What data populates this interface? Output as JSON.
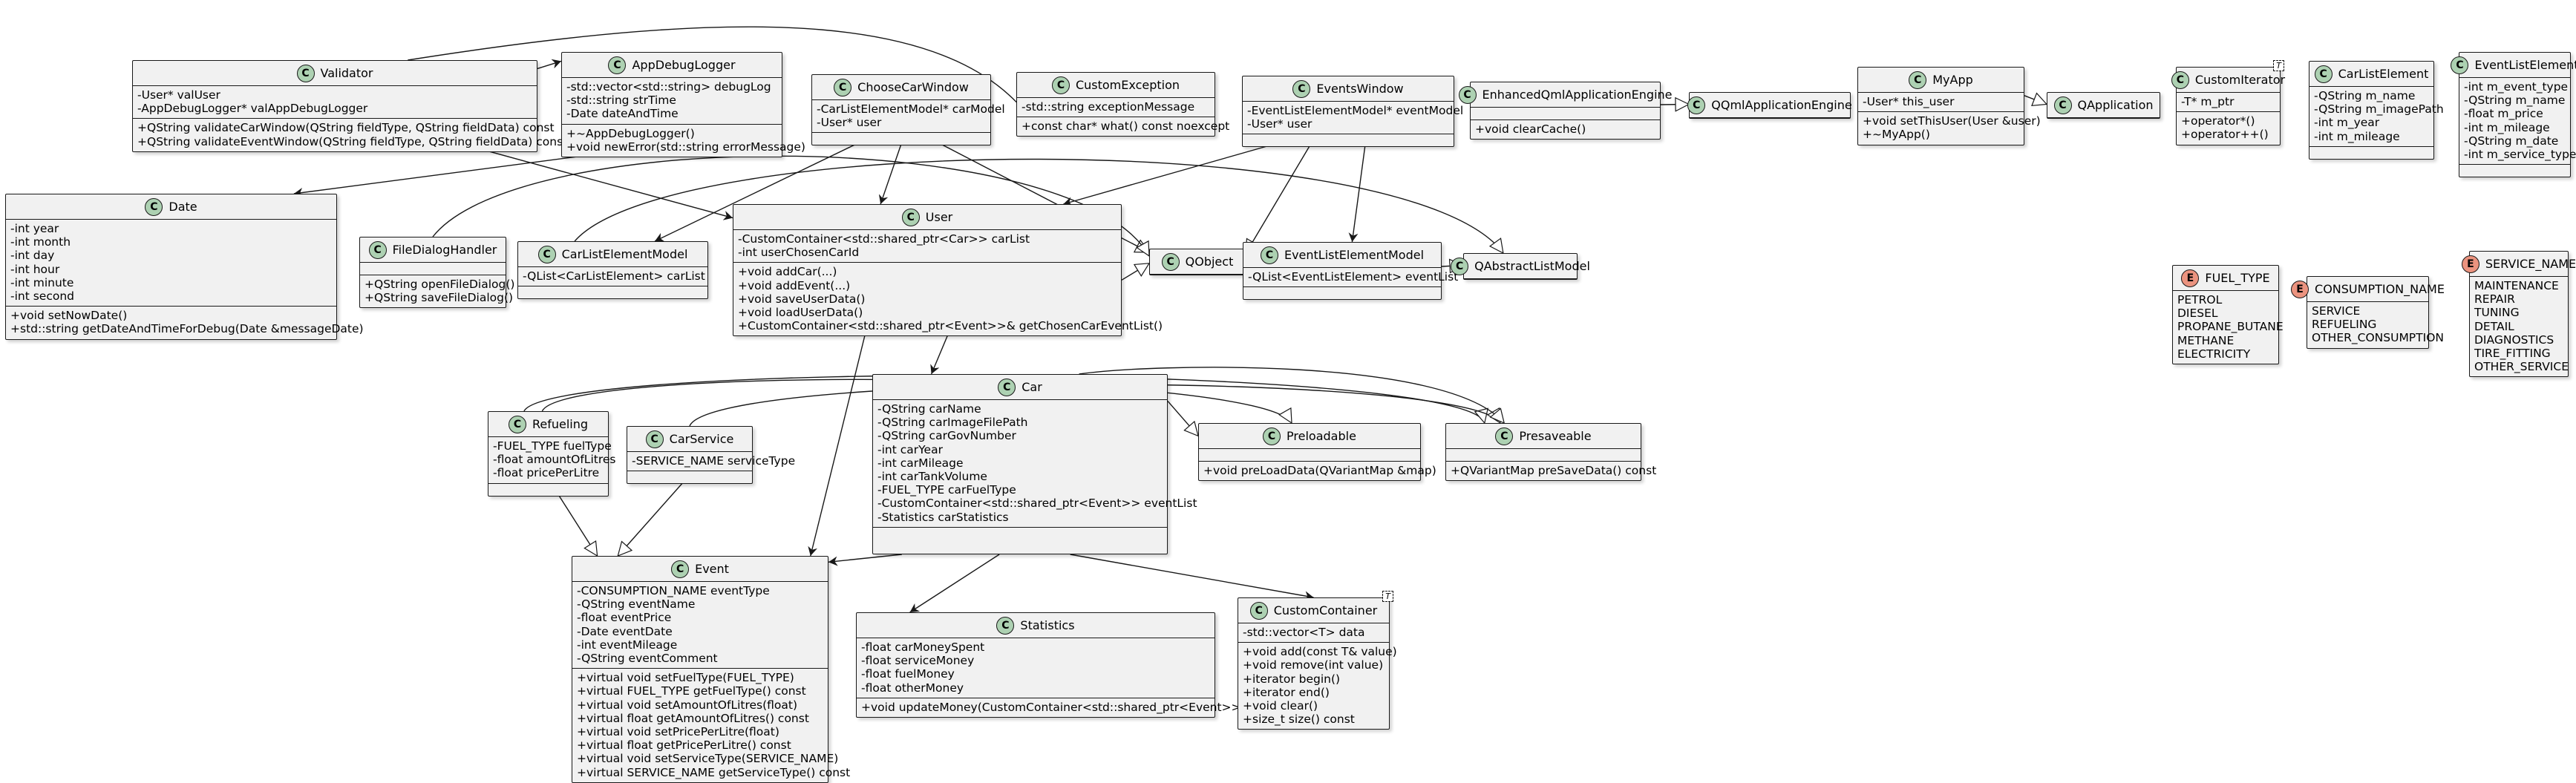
{
  "classes": {
    "validator": {
      "name": "Validator",
      "kind": "C",
      "fields": [
        "-User* valUser",
        "-AppDebugLogger* valAppDebugLogger"
      ],
      "methods": [
        "+QString validateCarWindow(QString fieldType, QString fieldData) const",
        "+QString validateEventWindow(QString fieldType, QString fieldData) const"
      ]
    },
    "app_debug_logger": {
      "name": "AppDebugLogger",
      "kind": "C",
      "fields": [
        "-std::vector<std::string> debugLog",
        "-std::string strTime",
        "-Date dateAndTime"
      ],
      "methods": [
        "+~AppDebugLogger()",
        "+void newError(std::string errorMessage)"
      ]
    },
    "choose_car_window": {
      "name": "ChooseCarWindow",
      "kind": "C",
      "fields": [
        "-CarListElementModel* carModel",
        "-User* user"
      ],
      "methods": []
    },
    "custom_exception": {
      "name": "CustomException",
      "kind": "C",
      "fields": [
        "-std::string exceptionMessage"
      ],
      "methods": [
        "+const char* what() const noexcept"
      ]
    },
    "events_window": {
      "name": "EventsWindow",
      "kind": "C",
      "fields": [
        "-EventListElementModel* eventModel",
        "-User* user"
      ],
      "methods": []
    },
    "enhanced_engine": {
      "name": "EnhancedQmlApplicationEngine",
      "kind": "C",
      "fields": [],
      "methods": [
        "+void clearCache()"
      ]
    },
    "qqml_engine": {
      "name": "QQmlApplicationEngine",
      "kind": "C",
      "fields": null,
      "methods": null
    },
    "my_app": {
      "name": "MyApp",
      "kind": "C",
      "fields": [
        "-User* this_user"
      ],
      "methods": [
        "+void setThisUser(User &user)",
        "+~MyApp()"
      ]
    },
    "qapplication": {
      "name": "QApplication",
      "kind": "C",
      "fields": null,
      "methods": null
    },
    "custom_iterator": {
      "name": "CustomIterator",
      "kind": "C",
      "template": "T",
      "fields": [
        "-T* m_ptr"
      ],
      "methods": [
        "+operator*()",
        "+operator++()"
      ]
    },
    "car_list_element": {
      "name": "CarListElement",
      "kind": "C",
      "fields": [
        "-QString m_name",
        "-QString m_imagePath",
        "-int m_year",
        "-int m_mileage"
      ],
      "methods": []
    },
    "event_list_element": {
      "name": "EventListElement",
      "kind": "C",
      "fields": [
        "-int m_event_type",
        "-QString m_name",
        "-float m_price",
        "-int m_mileage",
        "-QString m_date",
        "-int m_service_type"
      ],
      "methods": []
    },
    "date": {
      "name": "Date",
      "kind": "C",
      "fields": [
        "-int year",
        "-int month",
        "-int day",
        "-int hour",
        "-int minute",
        "-int second"
      ],
      "methods": [
        "+void setNowDate()",
        "+std::string getDateAndTimeForDebug(Date &messageDate)"
      ]
    },
    "file_dialog_handler": {
      "name": "FileDialogHandler",
      "kind": "C",
      "fields": [],
      "methods": [
        "+QString openFileDialog()",
        "+QString saveFileDialog()"
      ]
    },
    "car_list_element_model": {
      "name": "CarListElementModel",
      "kind": "C",
      "fields": [
        "-QList<CarListElement> carList"
      ],
      "methods": []
    },
    "user": {
      "name": "User",
      "kind": "C",
      "fields": [
        "-CustomContainer<std::shared_ptr<Car>> carList",
        "-int userChosenCarId"
      ],
      "methods": [
        "+void addCar(...)",
        "+void addEvent(...)",
        "+void saveUserData()",
        "+void loadUserData()",
        "+CustomContainer<std::shared_ptr<Event>>& getChosenCarEventList()"
      ]
    },
    "qobject": {
      "name": "QObject",
      "kind": "C",
      "fields": null,
      "methods": null
    },
    "event_list_element_model": {
      "name": "EventListElementModel",
      "kind": "C",
      "fields": [
        "-QList<EventListElement> eventList"
      ],
      "methods": []
    },
    "qabstract_list_model": {
      "name": "QAbstractListModel",
      "kind": "C",
      "fields": null,
      "methods": null
    },
    "fuel_type": {
      "name": "FUEL_TYPE",
      "kind": "E",
      "fields": [
        "PETROL",
        "DIESEL",
        "PROPANE_BUTANE",
        "METHANE",
        "ELECTRICITY"
      ],
      "methods": null
    },
    "consumption_name": {
      "name": "CONSUMPTION_NAME",
      "kind": "E",
      "fields": [
        "SERVICE",
        "REFUELING",
        "OTHER_CONSUMPTION"
      ],
      "methods": null
    },
    "service_name": {
      "name": "SERVICE_NAME",
      "kind": "E",
      "fields": [
        "MAINTENANCE",
        "REPAIR",
        "TUNING",
        "DETAIL",
        "DIAGNOSTICS",
        "TIRE_FITTING",
        "OTHER_SERVICE"
      ],
      "methods": null
    },
    "refueling": {
      "name": "Refueling",
      "kind": "C",
      "fields": [
        "-FUEL_TYPE fuelType",
        "-float amountOfLitres",
        "-float pricePerLitre"
      ],
      "methods": []
    },
    "car_service": {
      "name": "CarService",
      "kind": "C",
      "fields": [
        "-SERVICE_NAME serviceType"
      ],
      "methods": []
    },
    "car": {
      "name": "Car",
      "kind": "C",
      "fields": [
        "-QString carName",
        "-QString carImageFilePath",
        "-QString carGovNumber",
        "-int carYear",
        "-int carMileage",
        "-int carTankVolume",
        "-FUEL_TYPE carFuelType",
        "-CustomContainer<std::shared_ptr<Event>> eventList",
        "-Statistics carStatistics"
      ],
      "methods": []
    },
    "preloadable": {
      "name": "Preloadable",
      "kind": "C",
      "fields": [],
      "methods": [
        "+void preLoadData(QVariantMap &map)"
      ]
    },
    "presaveable": {
      "name": "Presaveable",
      "kind": "C",
      "fields": [],
      "methods": [
        "+QVariantMap preSaveData() const"
      ]
    },
    "event": {
      "name": "Event",
      "kind": "C",
      "fields": [
        "-CONSUMPTION_NAME eventType",
        "-QString eventName",
        "-float eventPrice",
        "-Date eventDate",
        "-int eventMileage",
        "-QString eventComment"
      ],
      "methods": [
        "+virtual void setFuelType(FUEL_TYPE)",
        "+virtual FUEL_TYPE getFuelType() const",
        "+virtual void setAmountOfLitres(float)",
        "+virtual float getAmountOfLitres() const",
        "+virtual void setPricePerLitre(float)",
        "+virtual float getPricePerLitre() const",
        "+virtual void setServiceType(SERVICE_NAME)",
        "+virtual SERVICE_NAME getServiceType() const"
      ]
    },
    "statistics": {
      "name": "Statistics",
      "kind": "C",
      "fields": [
        "-float carMoneySpent",
        "-float serviceMoney",
        "-float fuelMoney",
        "-float otherMoney"
      ],
      "methods": [
        "+void updateMoney(CustomContainer<std::shared_ptr<Event>>)"
      ]
    },
    "custom_container": {
      "name": "CustomContainer",
      "kind": "C",
      "template": "T",
      "fields": [
        "-std::vector<T> data"
      ],
      "methods": [
        "+void add(const T& value)",
        "+void remove(int value)",
        "+iterator begin()",
        "+iterator end()",
        "+void clear()",
        "+size_t size() const"
      ]
    }
  },
  "relations": [
    {
      "from": "validator",
      "to": "custom_exception",
      "kind": "inherit"
    },
    {
      "from": "validator",
      "to": "app_debug_logger",
      "kind": "assoc"
    },
    {
      "from": "validator",
      "to": "user",
      "kind": "assoc"
    },
    {
      "from": "app_debug_logger",
      "to": "date",
      "kind": "assoc"
    },
    {
      "from": "choose_car_window",
      "to": "user",
      "kind": "assoc"
    },
    {
      "from": "choose_car_window",
      "to": "car_list_element_model",
      "kind": "assoc"
    },
    {
      "from": "choose_car_window",
      "to": "qobject",
      "kind": "inherit"
    },
    {
      "from": "events_window",
      "to": "user",
      "kind": "assoc"
    },
    {
      "from": "events_window",
      "to": "event_list_element_model",
      "kind": "assoc"
    },
    {
      "from": "events_window",
      "to": "qobject",
      "kind": "inherit"
    },
    {
      "from": "enhanced_engine",
      "to": "qqml_engine",
      "kind": "inherit"
    },
    {
      "from": "my_app",
      "to": "qapplication",
      "kind": "inherit"
    },
    {
      "from": "user",
      "to": "qobject",
      "kind": "inherit"
    },
    {
      "from": "file_dialog_handler",
      "to": "qobject",
      "kind": "inherit"
    },
    {
      "from": "car_list_element_model",
      "to": "qabstract_list_model",
      "kind": "inherit"
    },
    {
      "from": "event_list_element_model",
      "to": "qabstract_list_model",
      "kind": "inherit"
    },
    {
      "from": "user",
      "to": "car",
      "kind": "assoc"
    },
    {
      "from": "user",
      "to": "event",
      "kind": "assoc"
    },
    {
      "from": "refueling",
      "to": "event",
      "kind": "inherit"
    },
    {
      "from": "car_service",
      "to": "event",
      "kind": "inherit"
    },
    {
      "from": "refueling",
      "to": "preloadable",
      "kind": "inherit"
    },
    {
      "from": "refueling",
      "to": "presaveable",
      "kind": "inherit"
    },
    {
      "from": "car_service",
      "to": "presaveable",
      "kind": "inherit"
    },
    {
      "from": "car",
      "to": "preloadable",
      "kind": "inherit"
    },
    {
      "from": "car",
      "to": "presaveable",
      "kind": "inherit"
    },
    {
      "from": "car",
      "to": "event",
      "kind": "assoc"
    },
    {
      "from": "car",
      "to": "statistics",
      "kind": "assoc"
    },
    {
      "from": "car",
      "to": "custom_container",
      "kind": "assoc"
    }
  ],
  "colors": {
    "class_circle": "#add1b2",
    "enum_circle": "#eb937f",
    "box_fill": "#f1f1f1",
    "line": "#181818"
  }
}
